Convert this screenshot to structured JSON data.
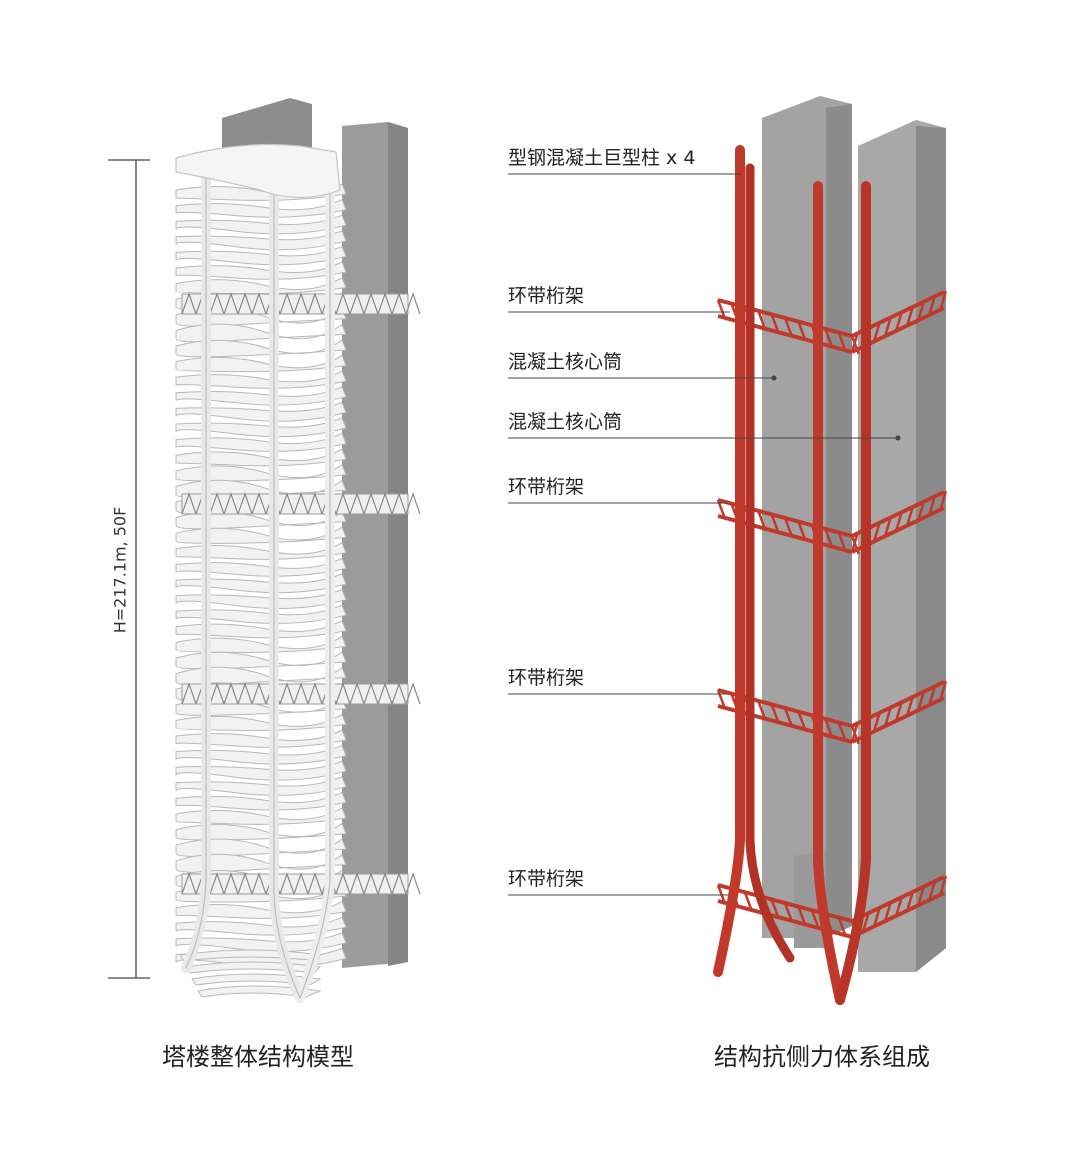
{
  "left_model": {
    "height_label": "H=217.1m, 50F",
    "caption": "塔楼整体结构模型"
  },
  "right_model": {
    "caption": "结构抗侧力体系组成",
    "callouts": [
      "型钢混凝土巨型柱 x 4",
      "环带桁架",
      "混凝土核心筒",
      "混凝土核心筒",
      "环带桁架",
      "环带桁架",
      "环带桁架"
    ]
  },
  "colors": {
    "core": "#9a9a9a",
    "core_dark": "#7f7f7f",
    "column_red": "#c0392b",
    "floor_white": "#f2f2f2",
    "floor_edge": "#b8b8b8"
  }
}
